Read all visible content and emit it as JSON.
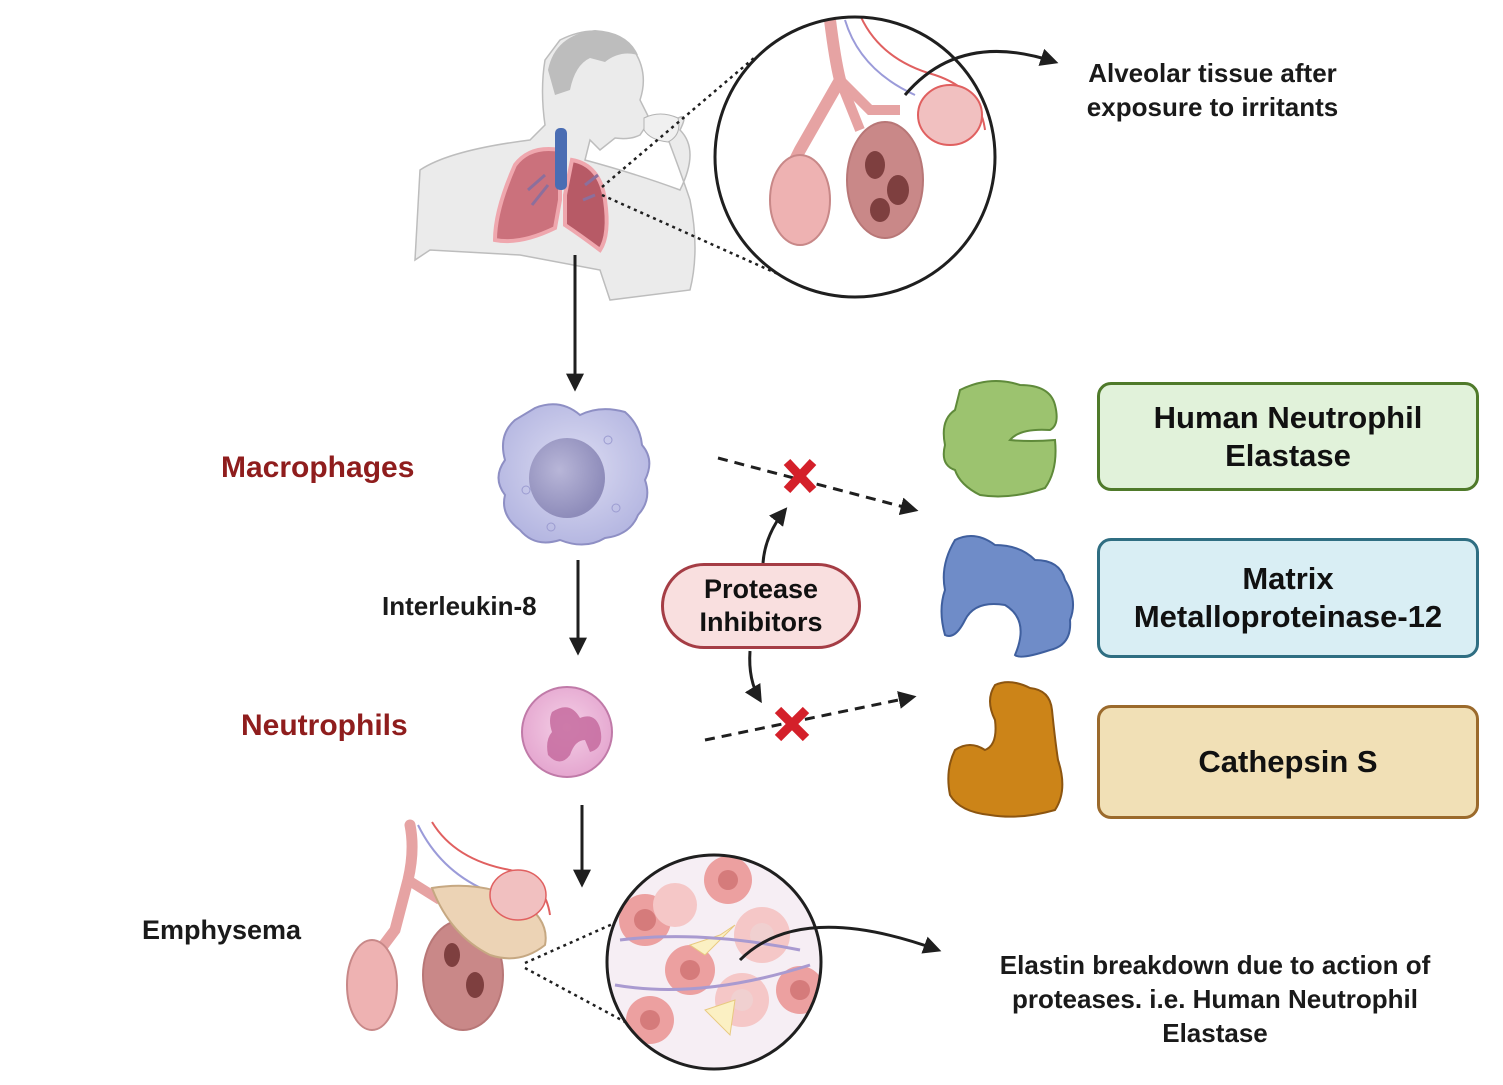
{
  "annotations": {
    "top_note": [
      "Alveolar tissue after",
      "exposure to  irritants"
    ],
    "bottom_note": [
      "Elastin breakdown due to action of",
      "proteases. i.e. Human Neutrophil",
      "Elastase"
    ]
  },
  "cells": {
    "macrophages": "Macrophages",
    "signal": "Interleukin-8",
    "neutrophils": "Neutrophils",
    "outcome": "Emphysema"
  },
  "inhibitor": {
    "label": [
      "Protease",
      "Inhibitors"
    ],
    "colors": {
      "fill": "#f9dfdf",
      "border": "#a53d45"
    },
    "blocked_marker": "red-x"
  },
  "proteases": [
    {
      "name": [
        "Human Neutrophil",
        "Elastase"
      ],
      "fill": "#e1f2da",
      "border": "#4f7a2a",
      "shape_color": "#9cc36f"
    },
    {
      "name": [
        "Matrix",
        "Metalloproteinase-12"
      ],
      "fill": "#d9eef4",
      "border": "#2f6e82",
      "shape_color": "#6f8cc8"
    },
    {
      "name": [
        "Cathepsin S"
      ],
      "fill": "#f1e0b6",
      "border": "#9b6a2c",
      "shape_color": "#cc8418"
    }
  ],
  "colors": {
    "label_red": "#8f1d1d",
    "block_x": "#d4202a",
    "arrow": "#1f1f1f"
  }
}
